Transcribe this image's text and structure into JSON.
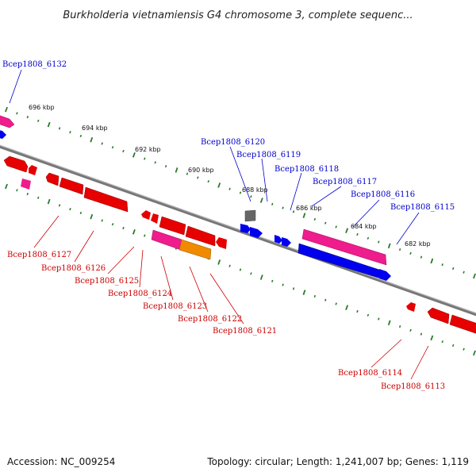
{
  "title": "Burkholderia vietnamiensis G4 chromosome 3, complete sequenc...",
  "footer": {
    "accession": "Accession: NC_009254",
    "topology": "Topology: circular; Length: 1,241,007 bp; Genes: 1,119"
  },
  "ticks": [
    "696 kbp",
    "694 kbp",
    "692 kbp",
    "690 kbp",
    "688 kbp",
    "686 kbp",
    "684 kbp",
    "682 kbp"
  ],
  "colors": {
    "plus_label": "#0000cc",
    "minus_label": "#cc0000",
    "gene_red": "#e60000",
    "gene_blue": "#0000ee",
    "gene_pink": "#ee1c8c",
    "gene_orange": "#f08a00",
    "gene_gray": "#666666",
    "backbone": "#777777",
    "tick_green": "#2a7a2a"
  },
  "genes_plus": [
    {
      "label": "Bcep1808_6132"
    },
    {
      "label": "Bcep1808_6120"
    },
    {
      "label": "Bcep1808_6119"
    },
    {
      "label": "Bcep1808_6118"
    },
    {
      "label": "Bcep1808_6117"
    },
    {
      "label": "Bcep1808_6116"
    },
    {
      "label": "Bcep1808_6115"
    }
  ],
  "genes_minus": [
    {
      "label": "Bcep1808_6127"
    },
    {
      "label": "Bcep1808_6126"
    },
    {
      "label": "Bcep1808_6125"
    },
    {
      "label": "Bcep1808_6124"
    },
    {
      "label": "Bcep1808_6123"
    },
    {
      "label": "Bcep1808_6122"
    },
    {
      "label": "Bcep1808_6121"
    },
    {
      "label": "Bcep1808_6114"
    },
    {
      "label": "Bcep1808_6113"
    }
  ]
}
